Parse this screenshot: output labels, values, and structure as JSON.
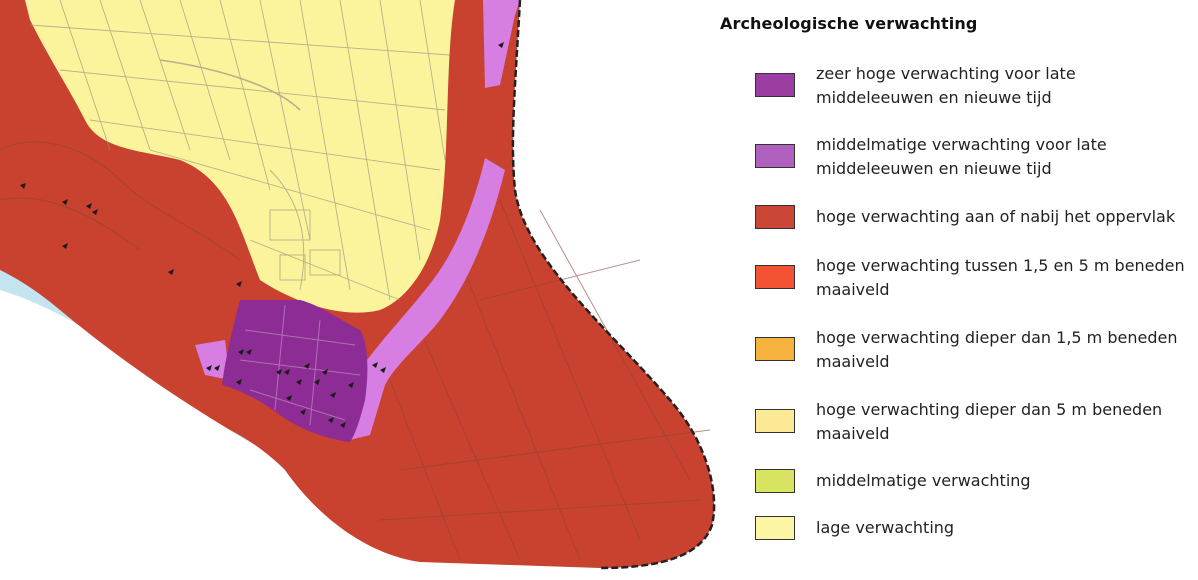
{
  "legend": {
    "title": "Archeologische verwachting",
    "items": [
      {
        "label": "zeer hoge verwachting voor late middeleeuwen en nieuwe tijd",
        "color": "#9a3ea2"
      },
      {
        "label": "middelmatige verwachting voor late middeleeuwen en nieuwe tijd",
        "color": "#b060be"
      },
      {
        "label": "hoge verwachting aan of nabij het oppervlak",
        "color": "#cc4637"
      },
      {
        "label": "hoge verwachting tussen 1,5 en 5 m beneden maaiveld",
        "color": "#f45234"
      },
      {
        "label": "hoge verwachting dieper dan 1,5 m beneden maaiveld",
        "color": "#f5b23e"
      },
      {
        "label": "hoge verwachting dieper dan 5 m beneden maaiveld",
        "color": "#fce996"
      },
      {
        "label": "middelmatige verwachting",
        "color": "#d7e461"
      },
      {
        "label": "lage verwachting",
        "color": "#fcf6a4"
      }
    ]
  },
  "map": {
    "colors": {
      "high_surface": "#c9412f",
      "low": "#fbf49c",
      "purple_dark": "#8e2c95",
      "purple_light": "#d77ee3",
      "water": "#c4e4ef",
      "outline": "#333333"
    }
  }
}
